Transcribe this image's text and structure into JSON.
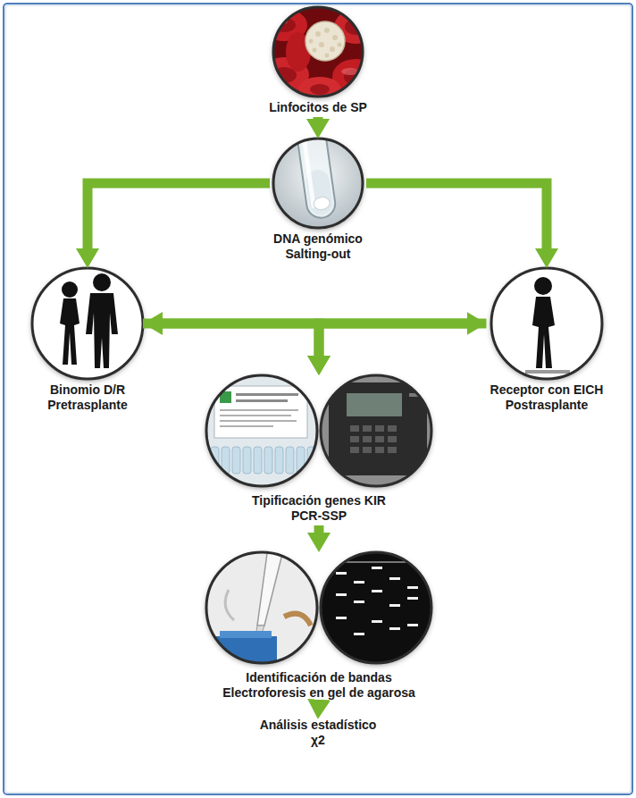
{
  "diagram": {
    "nodes": [
      {
        "text": [
          "Linfocitos de SP"
        ]
      },
      {
        "text": [
          "DNA genómico",
          "Salting-out"
        ]
      },
      {
        "text": [
          "Binomio D/R",
          "Pretrasplante"
        ]
      },
      {
        "text": [
          "Receptor con EICH",
          "Postrasplante"
        ]
      },
      {
        "text": [
          "Tipificación genes KIR",
          "PCR-SSP"
        ]
      },
      {
        "text": [
          "Identificación de bandas",
          "Electroforesis en gel de agarosa"
        ]
      },
      {
        "text": [
          "Análisis estadístico",
          "χ2"
        ]
      }
    ],
    "edges": [
      {
        "from": 0,
        "to": 1,
        "arrow": "to"
      },
      {
        "from": 1,
        "to": 2,
        "arrow": "to"
      },
      {
        "from": 1,
        "to": 3,
        "arrow": "to"
      },
      {
        "from": 2,
        "to": 3,
        "arrow": "both"
      },
      {
        "from": 2,
        "to": 4,
        "arrow": "to"
      },
      {
        "from": 3,
        "to": 4,
        "arrow": "to"
      },
      {
        "from": 4,
        "to": 5,
        "arrow": "to"
      },
      {
        "from": 5,
        "to": 6,
        "arrow": "to"
      }
    ]
  }
}
